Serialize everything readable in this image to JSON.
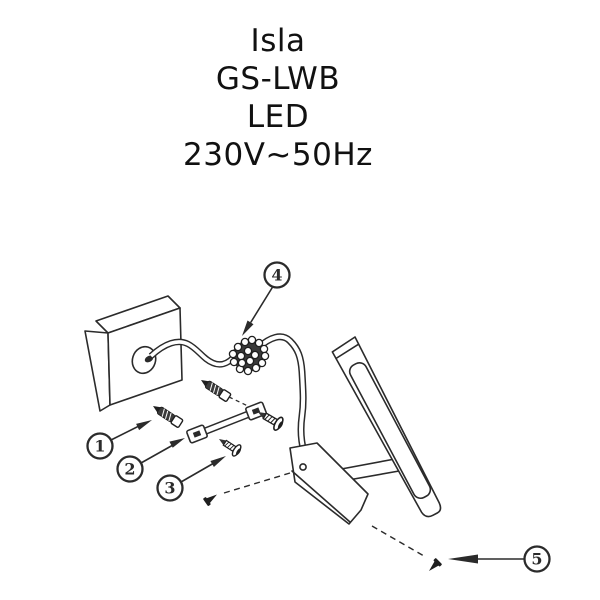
{
  "title": {
    "lines": [
      "Isla",
      "GS-LWB",
      "LED",
      "230V~50Hz"
    ]
  },
  "callouts": {
    "c1": "1",
    "c2": "2",
    "c3": "3",
    "c4": "4",
    "c5": "5"
  },
  "colors": {
    "ink": "#2b2b2b",
    "background": "#ffffff"
  }
}
